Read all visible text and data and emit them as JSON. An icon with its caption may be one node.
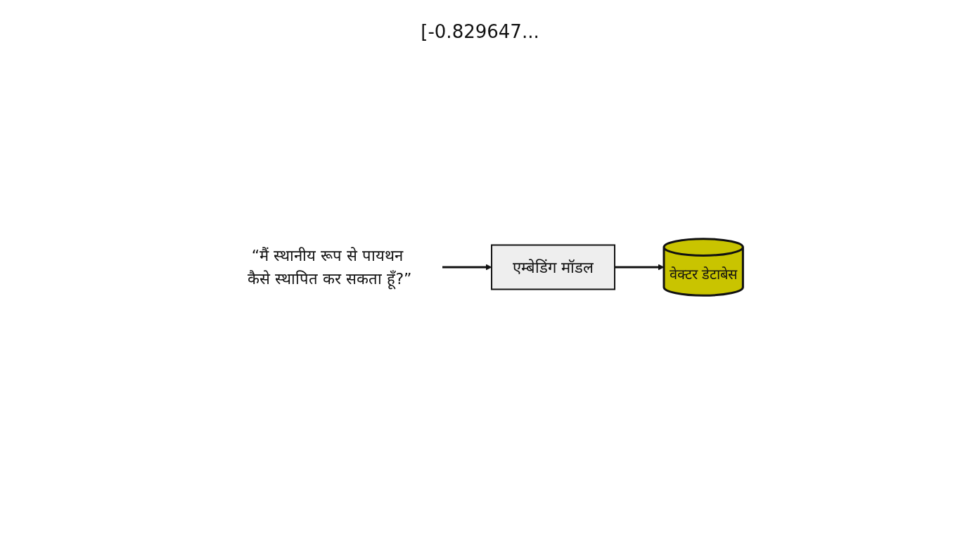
{
  "diagram": {
    "nodes": [
      {
        "text": [
          "“मैं स्थानीय रूप से पायथन कैसे स्थापित कर सकता हूँ?”"
        ]
      },
      {
        "text": [
          "एम्बेडिंग मॉडल"
        ]
      },
      {
        "text": [
          "वेक्टर डेटाबेस"
        ]
      }
    ],
    "edges": [
      {
        "from": 0,
        "to": 1,
        "arrow": "to"
      },
      {
        "from": 1,
        "to": 2,
        "arrow": "to"
      }
    ],
    "labels": [
      "[-0.829647..."
    ]
  }
}
